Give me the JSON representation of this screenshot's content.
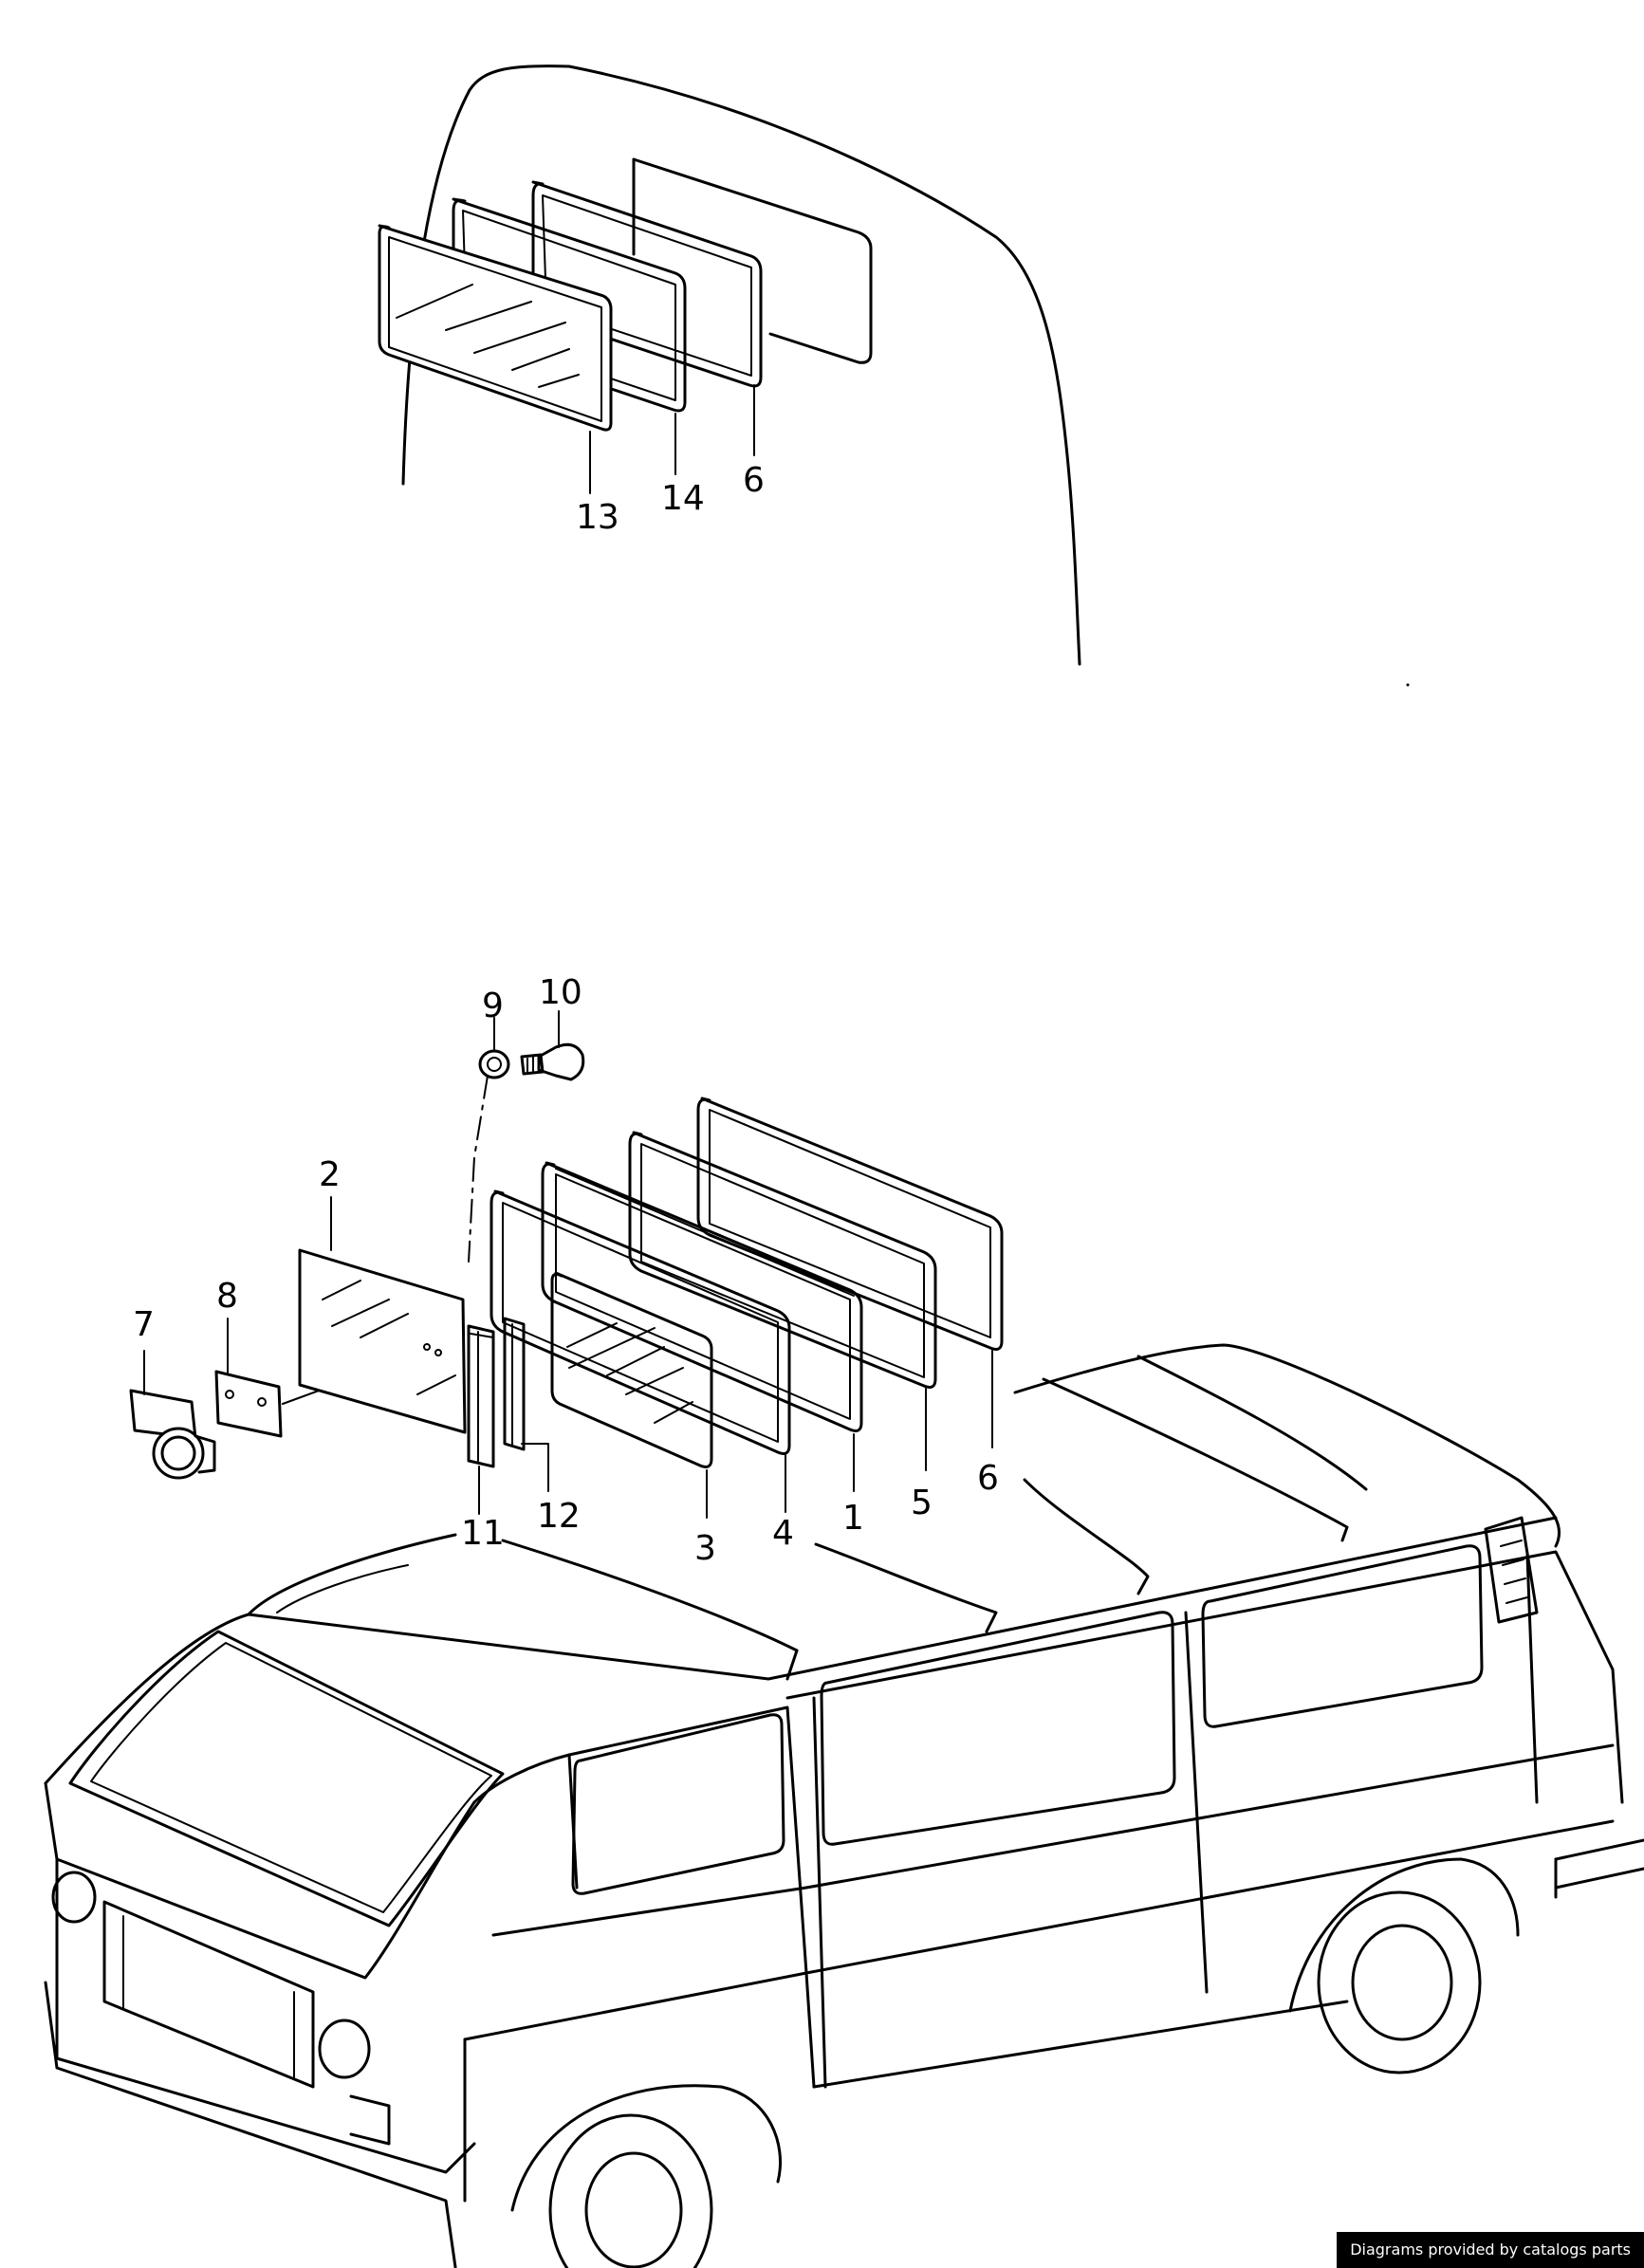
{
  "labels": {
    "l1": "1",
    "l2": "2",
    "l3": "3",
    "l4": "4",
    "l5": "5",
    "l6_bottom": "6",
    "l6_top": "6",
    "l7": "7",
    "l8": "8",
    "l9": "9",
    "l10": "10",
    "l11": "11",
    "l12": "12",
    "l13": "13",
    "l14": "14"
  },
  "footer": {
    "credit": "Diagrams provided by catalogs parts"
  }
}
